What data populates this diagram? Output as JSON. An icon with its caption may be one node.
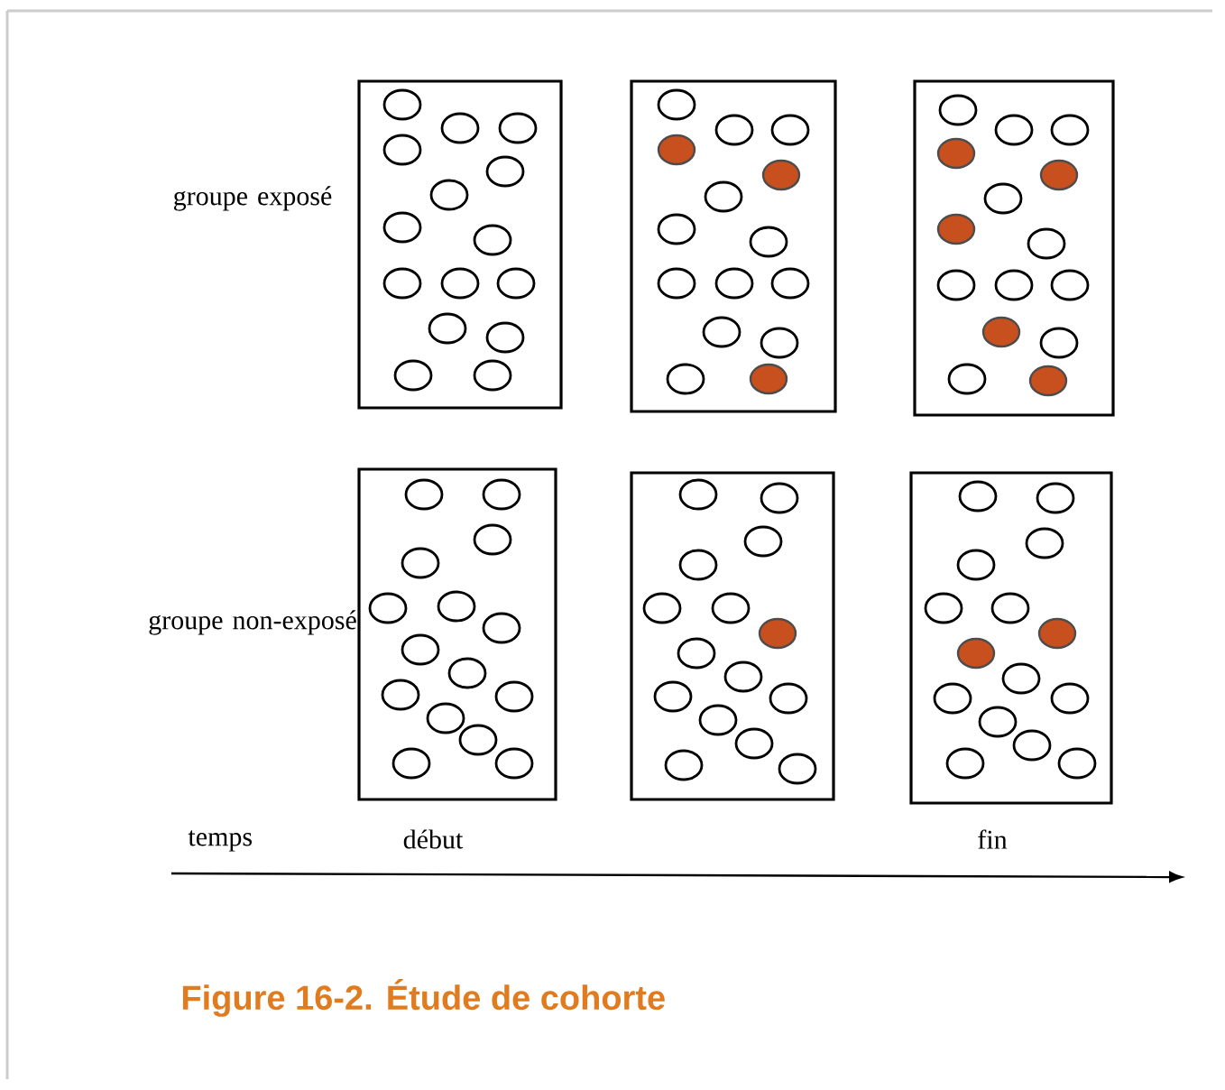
{
  "diagram": {
    "caption": "Figure 16-2. Étude de cohorte",
    "nodes": [
      {
        "text": [],
        "shape": "box"
      },
      {
        "text": [],
        "shape": "box"
      },
      {
        "text": [],
        "shape": "box"
      },
      {
        "text": [],
        "shape": "box"
      },
      {
        "text": [],
        "shape": "box"
      },
      {
        "text": [],
        "shape": "box"
      }
    ],
    "labels": [
      "groupe exposé",
      "groupe non-exposé",
      "temps",
      "début",
      "fin"
    ]
  }
}
